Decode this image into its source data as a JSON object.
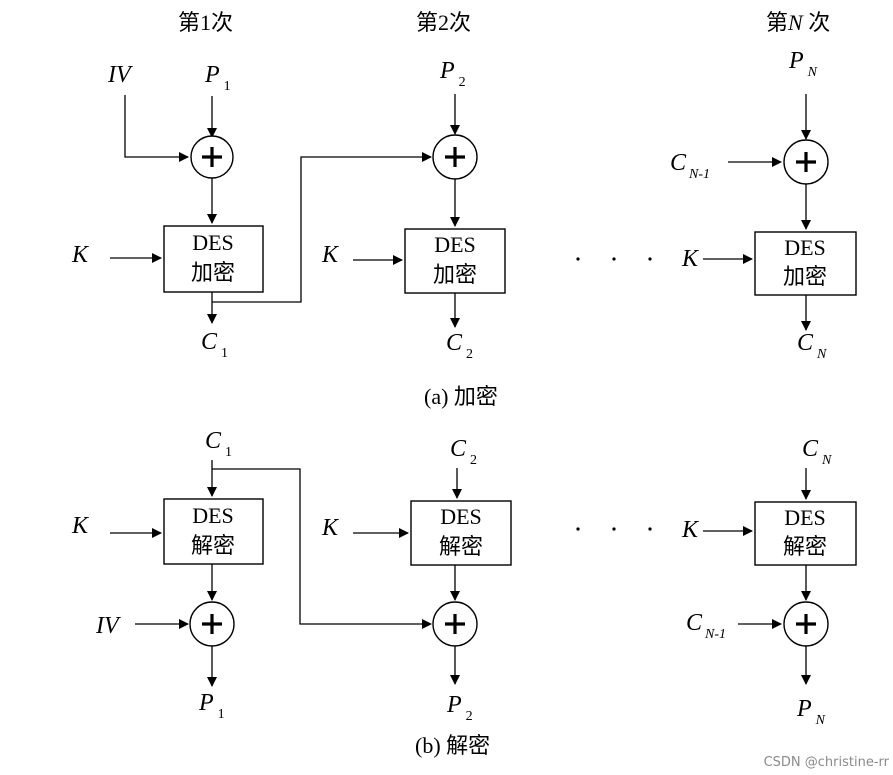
{
  "headers": {
    "col1": "第1次",
    "col2": "第2次",
    "colN_prefix": "第",
    "colN_var": "N",
    "colN_suffix": " 次"
  },
  "block_top": "DES",
  "encrypt_label": "加密",
  "decrypt_label": "解密",
  "captions": {
    "a": "(a)  加密",
    "b": "(b)   解密"
  },
  "vars": {
    "iv": "IV",
    "k": "K",
    "p": "P",
    "c": "C"
  },
  "subs": {
    "one": "1",
    "two": "2",
    "n": "N",
    "nminus1": "N-1"
  },
  "watermark": "CSDN @christine-rr"
}
